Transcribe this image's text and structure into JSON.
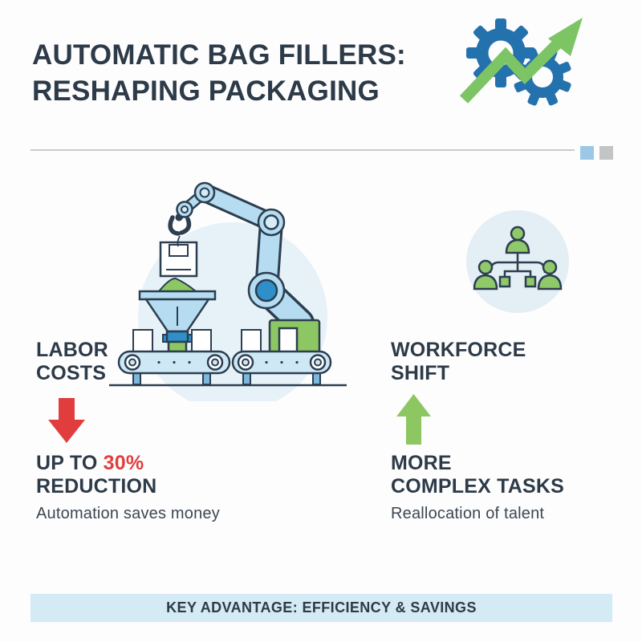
{
  "header": {
    "title_line1": "AUTOMATIC BAG FILLERS:",
    "title_line2": "RESHAPING PACKAGING",
    "icon": "gears-growth-icon"
  },
  "divider": {
    "squares": [
      {
        "name": "accent-square-blue",
        "color": "#9cc8e8"
      },
      {
        "name": "accent-square-gray",
        "color": "#c3c4c5"
      }
    ]
  },
  "sections": {
    "labor": {
      "heading_line1": "LABOR",
      "heading_line2": "COSTS",
      "trend_icon": "down-arrow-icon",
      "trend_color": "#e23d3d",
      "stat_prefix": "UP TO ",
      "stat_highlight": "30%",
      "stat_line2": "REDUCTION",
      "caption": "Automation saves money",
      "illustration": "robot-bag-filler-illustration"
    },
    "workforce": {
      "heading_line1": "WORKFORCE",
      "heading_line2": "SHIFT",
      "trend_icon": "up-arrow-icon",
      "trend_color": "#8cc761",
      "stat_line1": "MORE",
      "stat_line2": "COMPLEX TASKS",
      "caption": "Reallocation of talent",
      "illustration": "workforce-org-chart-illustration"
    }
  },
  "footer": {
    "banner_text": "KEY ADVANTAGE: EFFICIENCY & SAVINGS"
  },
  "colors": {
    "heading": "#2d3a48",
    "red_accent": "#e23d3d",
    "green_accent": "#8cc761",
    "gear_blue": "#2472ad",
    "arrow_green": "#7dc465",
    "banner_bg": "#d4eaf4",
    "illustration_bg": "#e7f2f8"
  }
}
